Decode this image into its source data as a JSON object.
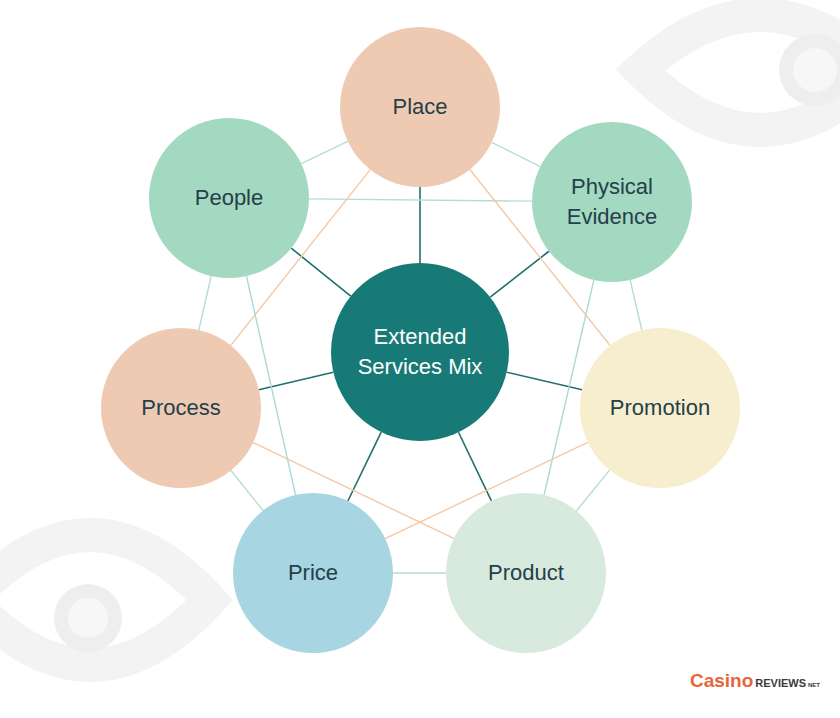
{
  "diagram": {
    "nodes": [
      {
        "text": [
          "Place"
        ]
      },
      {
        "text": [
          "Physical Evidence"
        ]
      },
      {
        "text": [
          "Promotion"
        ]
      },
      {
        "text": [
          "Product"
        ]
      },
      {
        "text": [
          "Price"
        ]
      },
      {
        "text": [
          "Process"
        ]
      },
      {
        "text": [
          "People"
        ]
      },
      {
        "text": [
          "Extended Services Mix"
        ]
      }
    ],
    "edges": [
      {
        "from": 7,
        "to": 0,
        "arrow": "none"
      },
      {
        "from": 7,
        "to": 1,
        "arrow": "none"
      },
      {
        "from": 7,
        "to": 2,
        "arrow": "none"
      },
      {
        "from": 7,
        "to": 3,
        "arrow": "none"
      },
      {
        "from": 7,
        "to": 4,
        "arrow": "none"
      },
      {
        "from": 7,
        "to": 5,
        "arrow": "none"
      },
      {
        "from": 7,
        "to": 6,
        "arrow": "none"
      },
      {
        "from": 0,
        "to": 1,
        "arrow": "none"
      },
      {
        "from": 1,
        "to": 2,
        "arrow": "none"
      },
      {
        "from": 2,
        "to": 3,
        "arrow": "none"
      },
      {
        "from": 3,
        "to": 4,
        "arrow": "none"
      },
      {
        "from": 4,
        "to": 5,
        "arrow": "none"
      },
      {
        "from": 5,
        "to": 6,
        "arrow": "none"
      },
      {
        "from": 6,
        "to": 0,
        "arrow": "none"
      },
      {
        "from": 6,
        "to": 1,
        "arrow": "none"
      },
      {
        "from": 0,
        "to": 5,
        "arrow": "none"
      },
      {
        "from": 0,
        "to": 2,
        "arrow": "none"
      },
      {
        "from": 5,
        "to": 3,
        "arrow": "none"
      },
      {
        "from": 2,
        "to": 4,
        "arrow": "none"
      },
      {
        "from": 6,
        "to": 4,
        "arrow": "none"
      },
      {
        "from": 1,
        "to": 3,
        "arrow": "none"
      }
    ],
    "labels": [
      "Casino",
      "REVIEWS",
      "NET"
    ]
  }
}
